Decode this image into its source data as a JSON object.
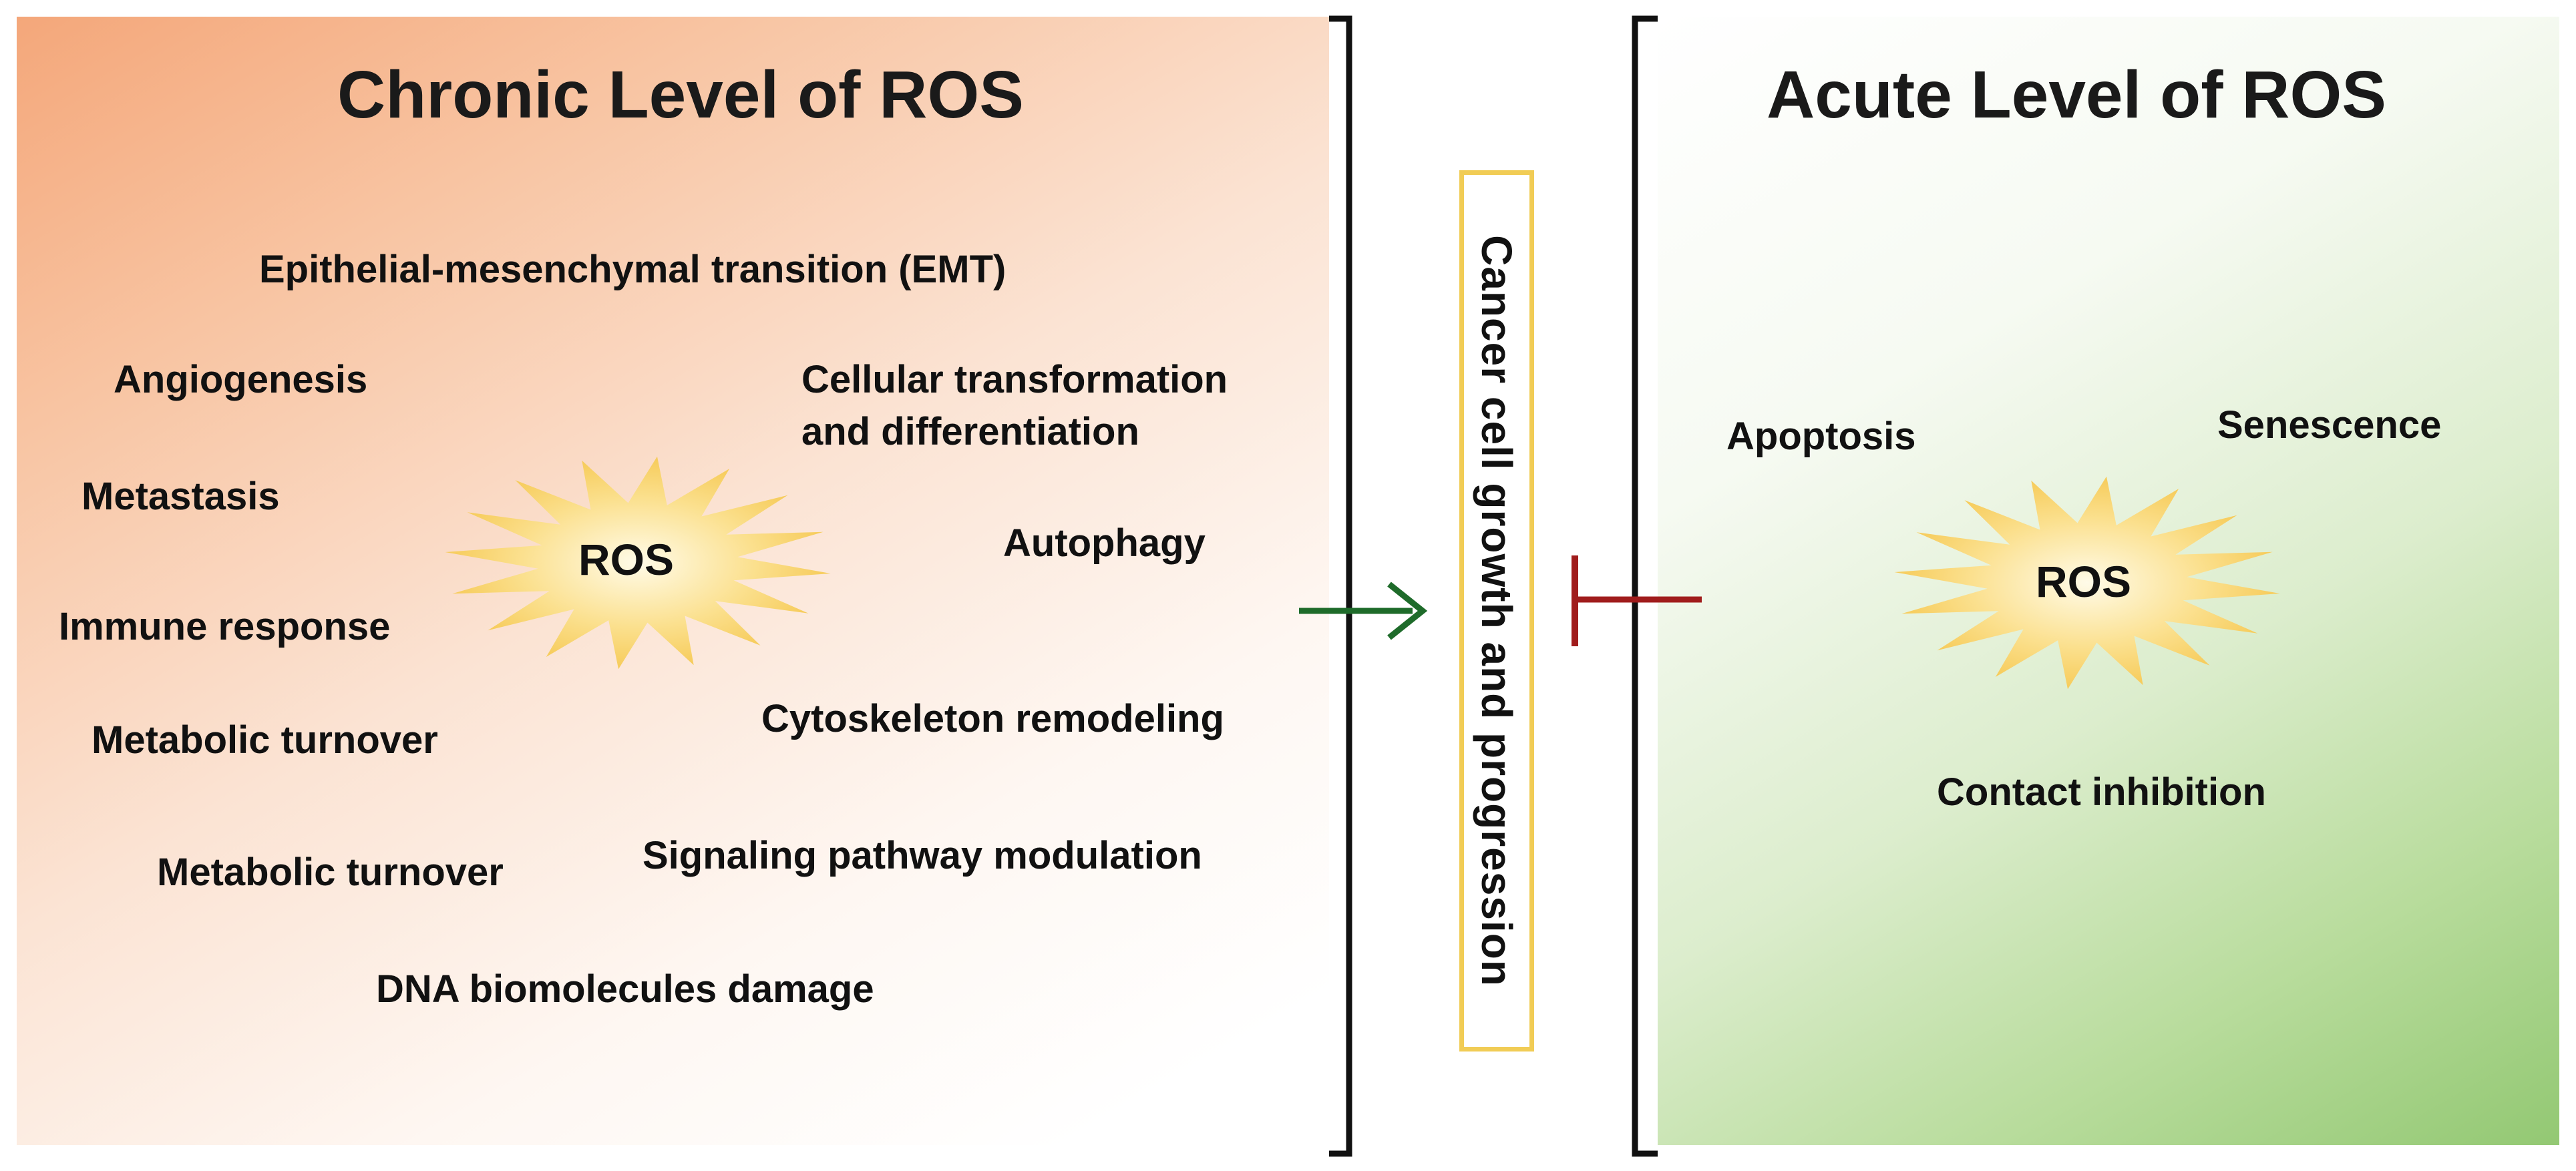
{
  "left_panel": {
    "title": "Chronic Level of ROS",
    "center_label": "ROS",
    "items": [
      "Epithelial-mesenchymal  transition (EMT)",
      "Angiogenesis",
      "Cellular  transformation",
      "and differentiation",
      "Metastasis",
      "Autophagy",
      "Immune response",
      "Metabolic turnover",
      "Cytoskeleton  remodeling",
      "Metabolic turnover",
      "Signaling  pathway  modulation",
      "DNA biomolecules  damage"
    ]
  },
  "center": {
    "label": "Cancer cell growth and progression"
  },
  "right_panel": {
    "title": "Acute Level of ROS",
    "center_label": "ROS",
    "items": [
      "Apoptosis",
      "Senescence",
      "Contact inhibition"
    ]
  },
  "colors": {
    "chronic_gradient": "#f4a77a",
    "acute_gradient": "#93c873",
    "promote_arrow": "#1e6b2a",
    "inhibit_bar": "#a01c1c",
    "center_box_border": "#f1cc55",
    "star_fill": "#f8d56a"
  }
}
